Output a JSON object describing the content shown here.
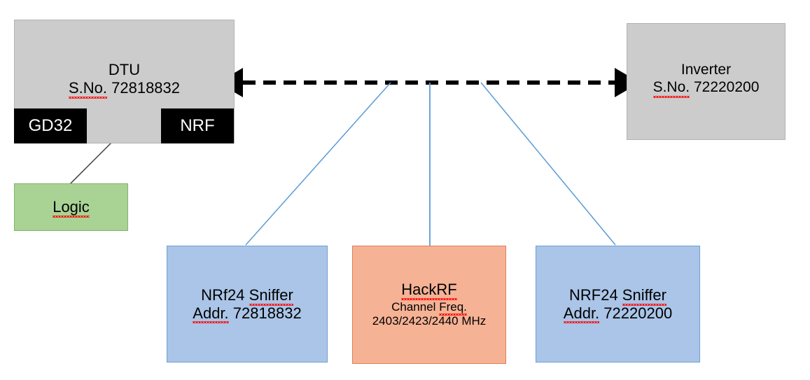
{
  "diagram": {
    "title_text": "",
    "colors": {
      "grey_block": "#cccccc",
      "grey_border": "#b3b3b3",
      "black_chip": "#000000",
      "green_logic": "#a8d395",
      "green_border": "#82b46a",
      "blue_sniffer": "#aac5e7",
      "blue_border": "#6f9ed6",
      "orange_hackrf": "#f5b295",
      "orange_border": "#e08052",
      "wire_blue": "#5b9bd5",
      "wire_black": "#000000",
      "spellcheck_red": "#ff0000",
      "background": "#ffffff"
    },
    "nodes": {
      "dtu": {
        "line1": "DTU",
        "line2_prefix": "S.No.",
        "line2_value": "72818832"
      },
      "inverter": {
        "line1": "Inverter",
        "line2_prefix": "S.No.",
        "line2_value": "72220200"
      },
      "gd32": {
        "label": "GD32"
      },
      "nrf": {
        "label": "NRF"
      },
      "logic": {
        "label": "Logic"
      },
      "sniffer_left": {
        "line1": "NRf24 Sniffer",
        "line2_prefix": "Addr.",
        "line2_value": "72818832"
      },
      "sniffer_right": {
        "line1": "NRF24 Sniffer",
        "line2_prefix": "Addr.",
        "line2_value": "72220200"
      },
      "hackrf": {
        "line1": "HackRF",
        "line2": "Channel Freq.",
        "line3": "2403/2423/2440 MHz"
      }
    },
    "connectors": {
      "dtu_inverter": {
        "style": "dashed",
        "arrowheads": "both",
        "color": "#000000"
      },
      "gd32_nrf": {
        "style": "solid",
        "arrowheads": "both",
        "color": "#000000"
      },
      "nrf_logic": {
        "style": "solid",
        "arrowheads": "none",
        "color": "#404040"
      },
      "link_sniffer_left": {
        "style": "solid",
        "arrowheads": "none",
        "color": "#5b9bd5"
      },
      "link_hackrf": {
        "style": "solid",
        "arrowheads": "none",
        "color": "#5b9bd5"
      },
      "link_sniffer_right": {
        "style": "solid",
        "arrowheads": "none",
        "color": "#5b9bd5"
      }
    }
  }
}
